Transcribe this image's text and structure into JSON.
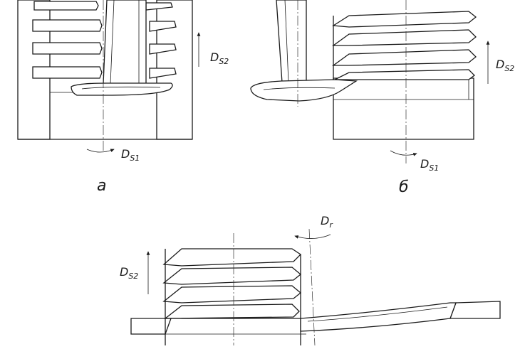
{
  "views": [
    {
      "id": "a",
      "caption": "а",
      "labels": {
        "ds2_main": "D",
        "ds2_sub": "S2",
        "ds1_main": "D",
        "ds1_sub": "S1"
      }
    },
    {
      "id": "b",
      "caption": "б",
      "labels": {
        "ds2_main": "D",
        "ds2_sub": "S2",
        "ds1_main": "D",
        "ds1_sub": "S1"
      }
    },
    {
      "id": "c",
      "caption": "",
      "labels": {
        "ds2_main": "D",
        "ds2_sub": "S2",
        "dr_main": "D",
        "dr_sub": "r"
      }
    }
  ],
  "colors": {
    "line": "#1a1a1a",
    "background": "#ffffff"
  }
}
